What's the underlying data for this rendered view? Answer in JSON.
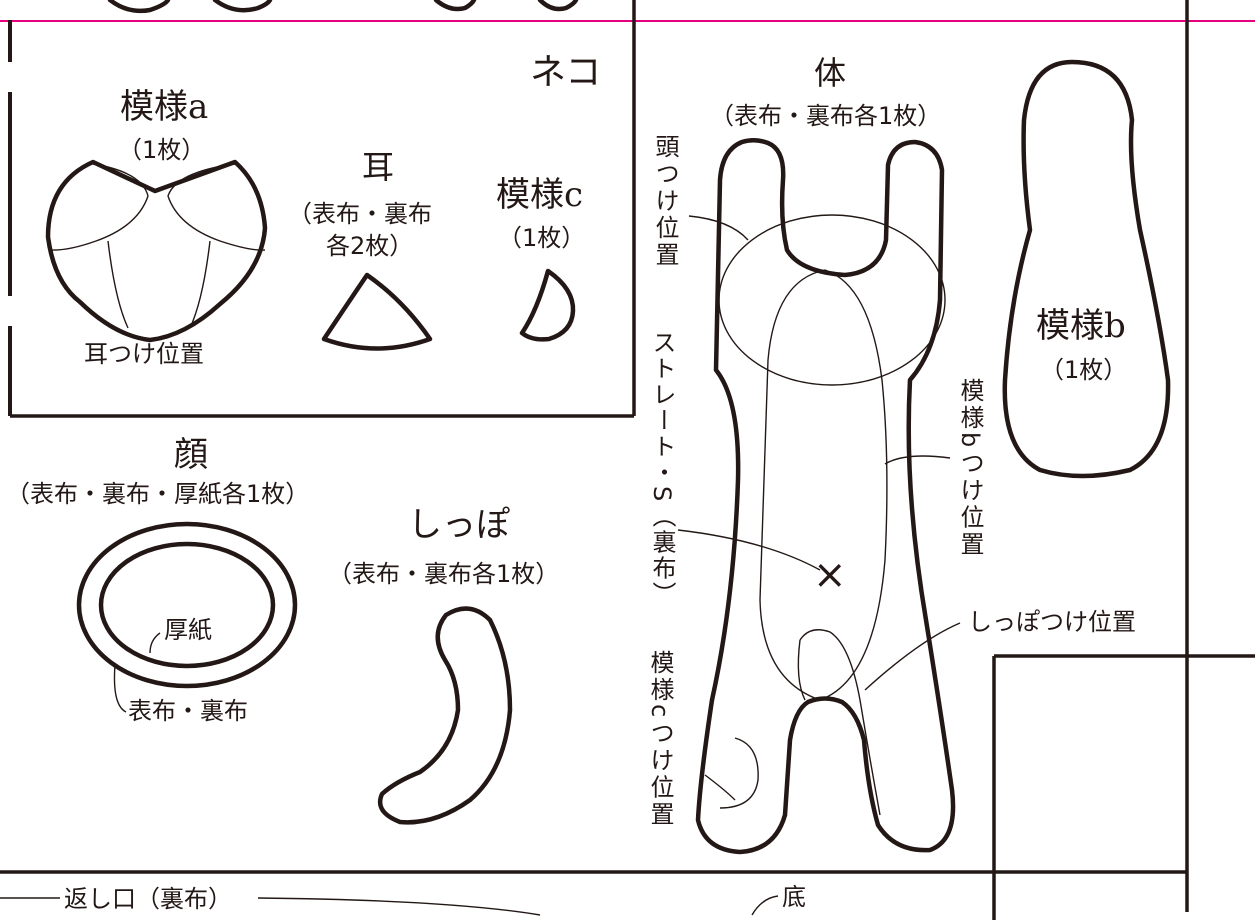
{
  "section_title": "ネコ",
  "pieces": {
    "pattern_a": {
      "name": "模様a",
      "count": "（1枚）",
      "note": "耳つけ位置"
    },
    "ear": {
      "name": "耳",
      "count_line1": "（表布・裏布",
      "count_line2": "各2枚）"
    },
    "pattern_c": {
      "name": "模様c",
      "count": "（1枚）"
    },
    "face": {
      "name": "顔",
      "count": "（表布・裏布・厚紙各1枚）",
      "inner_label": "厚紙",
      "outer_label": "表布・裏布"
    },
    "tail": {
      "name": "しっぽ",
      "count": "（表布・裏布各1枚）"
    },
    "body": {
      "name": "体",
      "count": "（表布・裏布各1枚）",
      "head_position": "頭つけ位置",
      "straight_stitch": "ストレート・S（裏布）",
      "pattern_b_position": "模様bつけ位置",
      "tail_position": "しっぽつけ位置",
      "pattern_c_position": "模様cつけ位置",
      "marker": "×"
    },
    "pattern_b": {
      "name": "模様b",
      "count": "（1枚）"
    }
  },
  "bottom": {
    "return_opening": "返し口（裏布）",
    "base": "底"
  },
  "colors": {
    "line": "#231815",
    "guide_line": "#e4007f",
    "background": "#ffffff"
  }
}
